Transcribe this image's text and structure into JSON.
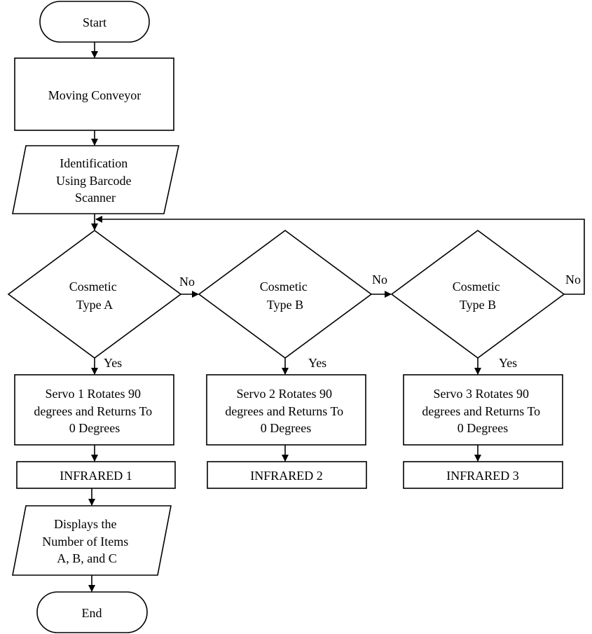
{
  "nodes": {
    "start": "Start",
    "moving_conveyor": "Moving Conveyor",
    "identification": [
      "Identification",
      "Using Barcode",
      "Scanner"
    ],
    "decision_a": [
      "Cosmetic",
      "Type A"
    ],
    "decision_b1": [
      "Cosmetic",
      "Type B"
    ],
    "decision_b2": [
      "Cosmetic",
      "Type B"
    ],
    "servo1": [
      "Servo 1 Rotates 90",
      "degrees and Returns To",
      "0 Degrees"
    ],
    "servo2": [
      "Servo 2 Rotates 90",
      "degrees and Returns To",
      "0 Degrees"
    ],
    "servo3": [
      "Servo 3 Rotates 90",
      "degrees and Returns To",
      "0 Degrees"
    ],
    "infrared1": "INFRARED 1",
    "infrared2": "INFRARED 2",
    "infrared3": "INFRARED 3",
    "display": [
      "Displays the",
      "Number of Items",
      "A, B, and C"
    ],
    "end": "End"
  },
  "edge_labels": {
    "a_no": "No",
    "b1_no": "No",
    "b2_no": "No",
    "a_yes": "Yes",
    "b1_yes": "Yes",
    "b2_yes": "Yes"
  },
  "colors": {
    "stroke": "#000000",
    "fill": "#ffffff"
  }
}
